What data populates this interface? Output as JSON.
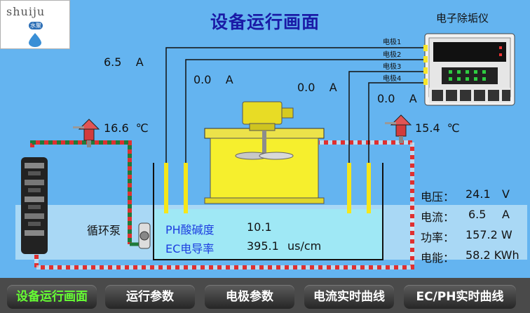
{
  "title": "设备运行画面",
  "logo": {
    "text": "shuiju",
    "badge": "水聚"
  },
  "device": {
    "title": "电子除垢仪",
    "electrodes": [
      "电极1",
      "电极2",
      "电极3",
      "电极4"
    ]
  },
  "currents": [
    {
      "value": "6.5",
      "unit": "A"
    },
    {
      "value": "0.0",
      "unit": "A"
    },
    {
      "value": "0.0",
      "unit": "A"
    },
    {
      "value": "0.0",
      "unit": "A"
    }
  ],
  "temps": [
    {
      "value": "16.6",
      "unit": "℃"
    },
    {
      "value": "15.4",
      "unit": "℃"
    }
  ],
  "pump_label": "循环泵",
  "tank": {
    "ph_label": "PH酸碱度",
    "ph_value": "10.1",
    "ec_label": "EC电导率",
    "ec_value": "395.1",
    "ec_unit": "us/cm"
  },
  "stats": [
    {
      "label": "电压：",
      "value": "24.1",
      "unit": "V"
    },
    {
      "label": "电流：",
      "value": "6.5",
      "unit": "A"
    },
    {
      "label": "功率：",
      "value": "157.2",
      "unit": "W"
    },
    {
      "label": "电能：",
      "value": "58.2",
      "unit": "KWh"
    }
  ],
  "nav": [
    "设备运行画面",
    "运行参数",
    "电极参数",
    "电流实时曲线",
    "EC/PH实时曲线"
  ],
  "colors": {
    "background": "#64b4f0",
    "title": "#1a1aa6",
    "nav_active": "#66ff33",
    "electrode": "#f5e61a",
    "machine": "#f6ef2d"
  }
}
